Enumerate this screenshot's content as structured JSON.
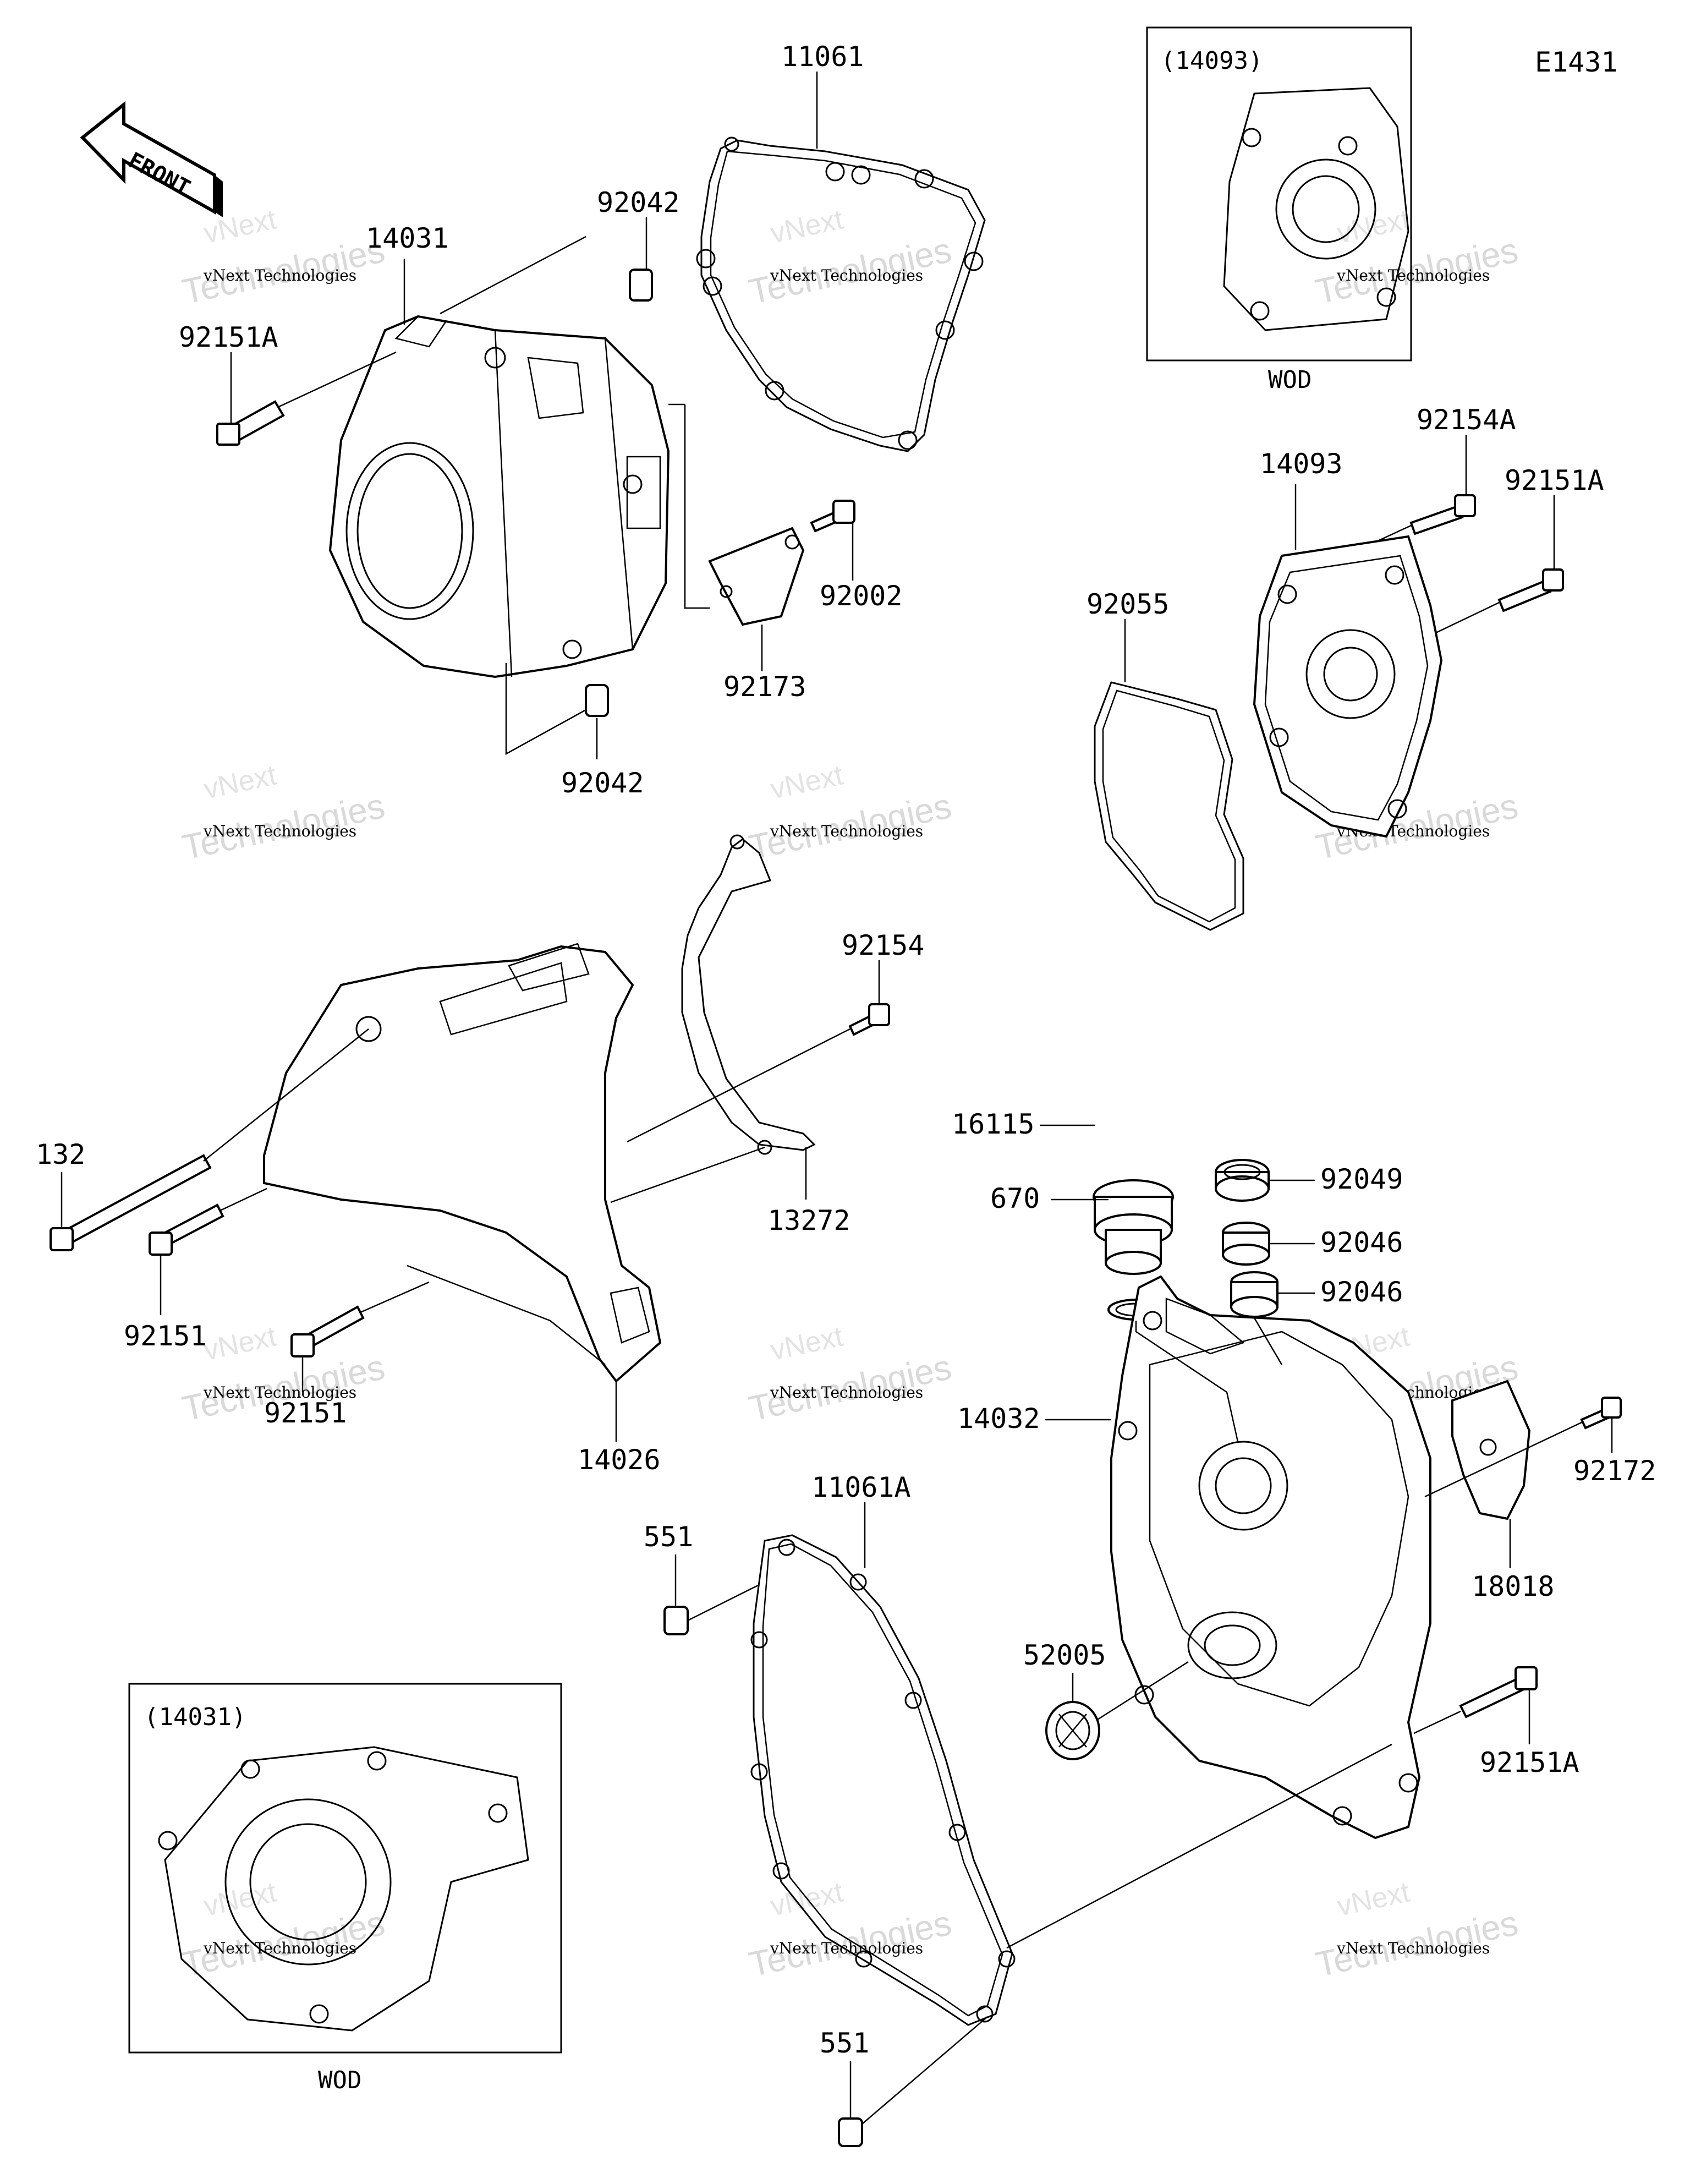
{
  "diagram_code": "E1431",
  "front_label": "FRONT",
  "variant_note": "WOD",
  "labels": {
    "p11061": "11061",
    "p92042a": "92042",
    "p14031": "14031",
    "p92151A_a": "92151A",
    "p92002": "92002",
    "p92173": "92173",
    "p92042b": "92042",
    "p14093_ref": "(14093)",
    "p92154A": "92154A",
    "p14093": "14093",
    "p92151A_b": "92151A",
    "p92055": "92055",
    "p92154": "92154",
    "p13272": "13272",
    "p132": "132",
    "p92151_a": "92151",
    "p92151_b": "92151",
    "p14026": "14026",
    "p92049": "92049",
    "p16115": "16115",
    "p92046a": "92046",
    "p670": "670",
    "p92046b": "92046",
    "p14032": "14032",
    "p92172": "92172",
    "p18018": "18018",
    "p11061A": "11061A",
    "p551a": "551",
    "p52005": "52005",
    "p92151A_c": "92151A",
    "p551b": "551",
    "p14031_ref": "(14031)"
  },
  "watermark": {
    "line1": "vNext Technologies",
    "line2": "Technologies",
    "line3": "vNext"
  }
}
